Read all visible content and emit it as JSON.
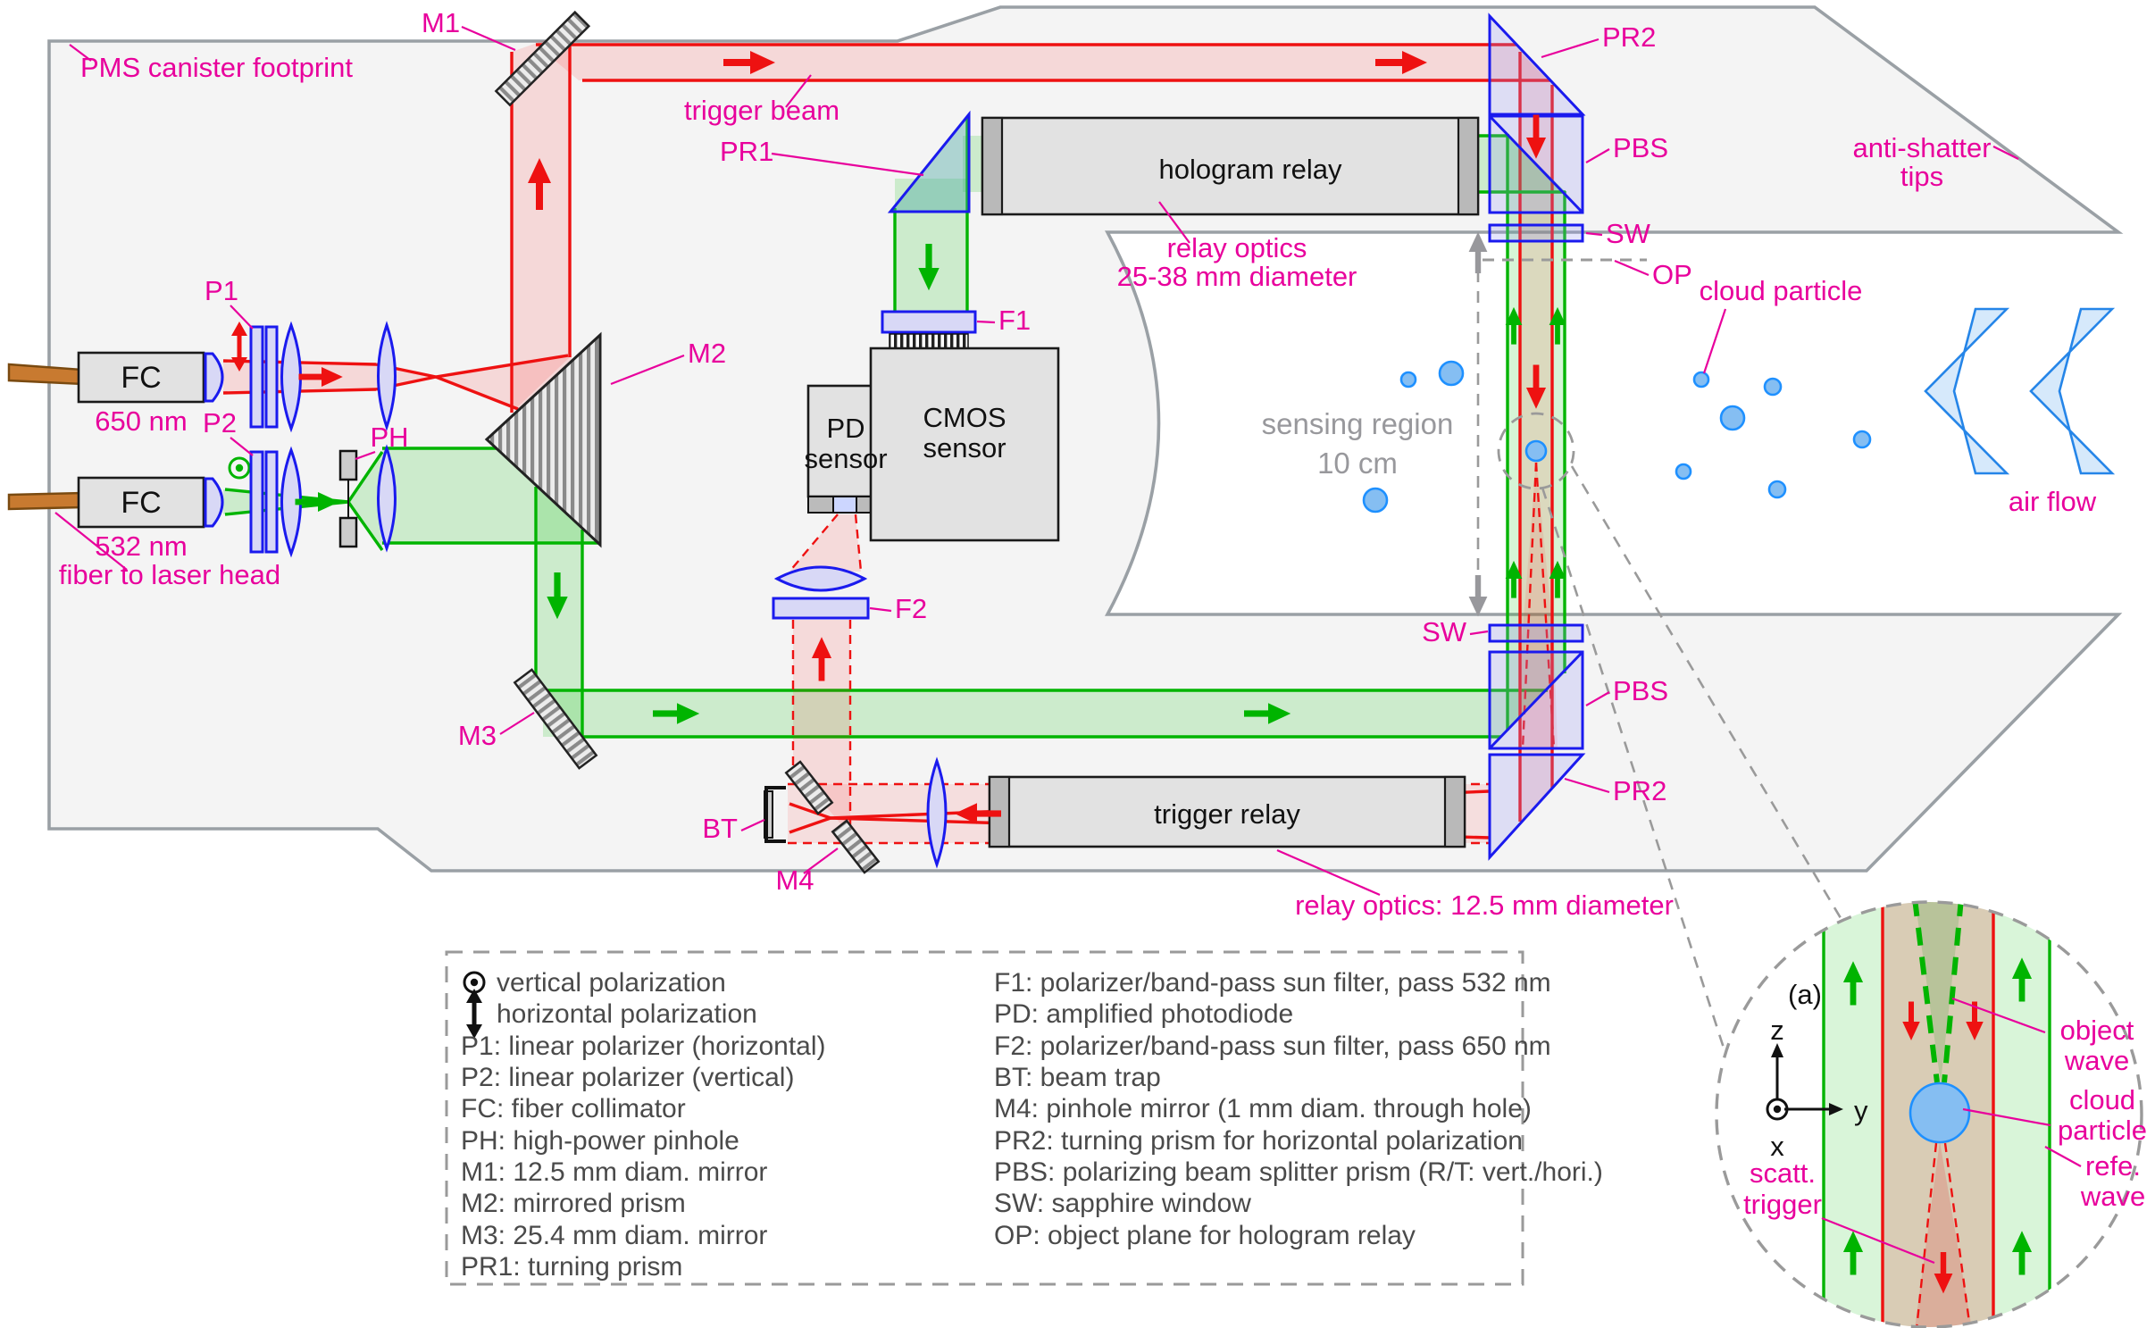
{
  "colors": {
    "magenta": "#e8009c",
    "red": "#ee1111",
    "green": "#00b400",
    "blue_optic": "#1a1aee",
    "canister_fill": "#f4f4f4",
    "canister_stroke": "#9aa0a5",
    "particle_blue": "#85bef2",
    "gray_text": "#98989c"
  },
  "labels": {
    "pms_footprint": "PMS canister footprint",
    "m1": "M1",
    "m2": "M2",
    "m3": "M3",
    "m4": "M4",
    "p1": "P1",
    "p2": "P2",
    "ph": "PH",
    "bt": "BT",
    "pr1": "PR1",
    "pr2_top": "PR2",
    "pr2_bottom": "PR2",
    "pbs_top": "PBS",
    "pbs_bottom": "PBS",
    "sw_top": "SW",
    "sw_bottom": "SW",
    "op": "OP",
    "f1": "F1",
    "f2": "F2",
    "fc_top": "FC",
    "fc_bottom": "FC",
    "nm650": "650 nm",
    "nm532": "532 nm",
    "fiber": "fiber to laser head",
    "trigger_beam": "trigger beam",
    "hologram_relay": "hologram relay",
    "relay_optics_line1": "relay optics",
    "relay_optics_line2": "25-38 mm diameter",
    "trigger_relay": "trigger relay",
    "relay_optics_bottom": "relay optics: 12.5 mm diameter",
    "pd_line1": "PD",
    "pd_line2": "sensor",
    "cmos_line1": "CMOS",
    "cmos_line2": "sensor",
    "sensing_line1": "sensing region",
    "sensing_line2": "10 cm",
    "cloud_particle": "cloud particle",
    "air_flow": "air flow",
    "anti_shatter_line1": "anti-shatter",
    "anti_shatter_line2": "tips"
  },
  "inset": {
    "tag": "(a)",
    "axis_z": "z",
    "axis_y": "y",
    "axis_x": "x",
    "object_wave_line1": "object",
    "object_wave_line2": "wave",
    "cloud_line1": "cloud",
    "cloud_line2": "particle",
    "refe_line1": "refe.",
    "refe_line2": "wave",
    "scatt_line1": "scatt.",
    "scatt_line2": "trigger"
  },
  "legend": {
    "left": [
      {
        "icon": "circled-dot-icon",
        "text": "vertical polarization"
      },
      {
        "icon": "double-arrow-icon",
        "text": "horizontal polarization"
      },
      {
        "text": "P1: linear polarizer (horizontal)"
      },
      {
        "text": "P2: linear polarizer (vertical)"
      },
      {
        "text": "FC: fiber collimator"
      },
      {
        "text": "PH: high-power pinhole"
      },
      {
        "text": "M1: 12.5 mm diam. mirror"
      },
      {
        "text": "M2: mirrored prism"
      },
      {
        "text": "M3: 25.4 mm diam. mirror"
      },
      {
        "text": "PR1: turning prism"
      }
    ],
    "right": [
      {
        "text": "F1: polarizer/band-pass sun filter, pass 532 nm"
      },
      {
        "text": "PD: amplified photodiode"
      },
      {
        "text": "F2: polarizer/band-pass sun filter, pass 650 nm"
      },
      {
        "text": "BT: beam trap"
      },
      {
        "text": "M4: pinhole mirror (1 mm diam. through hole)"
      },
      {
        "text": "PR2: turning prism for horizontal polarization"
      },
      {
        "text": "PBS: polarizing beam splitter prism (R/T: vert./hori.)"
      },
      {
        "text": "SW: sapphire window"
      },
      {
        "text": "OP: object plane for hologram relay"
      }
    ]
  }
}
